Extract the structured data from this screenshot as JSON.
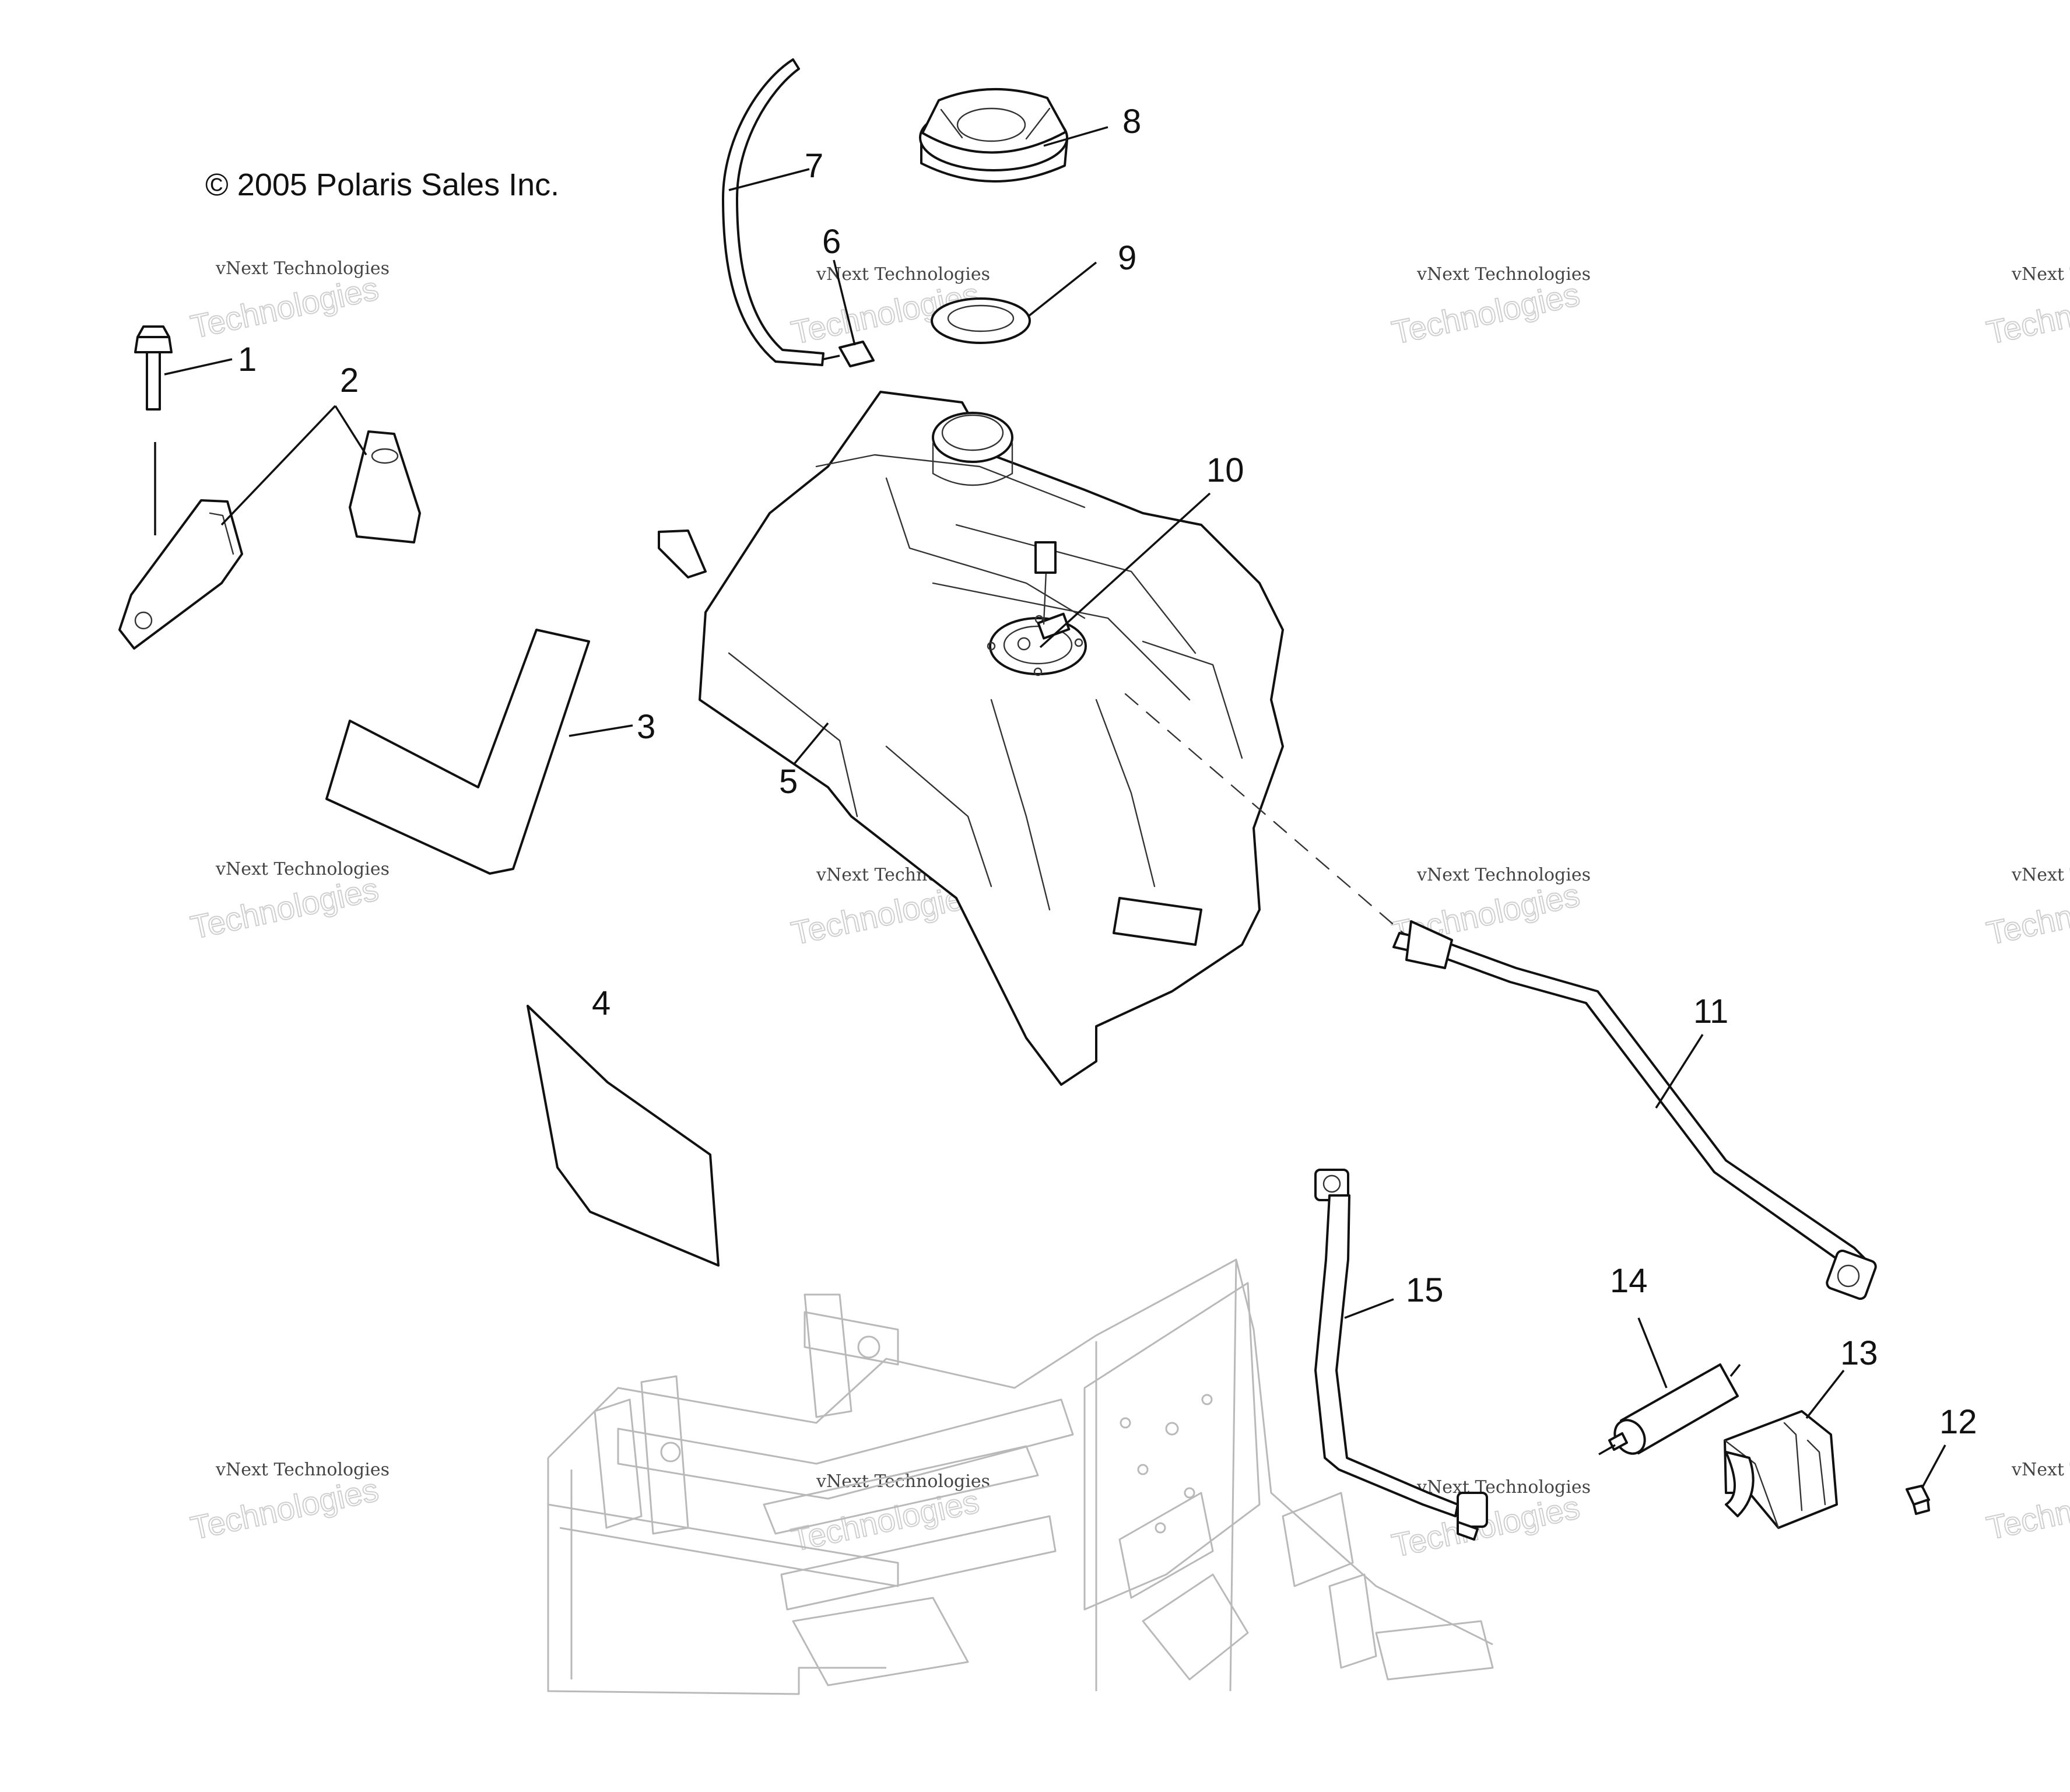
{
  "copyright": "© 2005 Polaris Sales Inc.",
  "watermark": {
    "line1": "vNext Technologies",
    "line2": "Technologies",
    "color": "#cfcfcf"
  },
  "callouts": [
    {
      "id": "1",
      "label": "1"
    },
    {
      "id": "2",
      "label": "2"
    },
    {
      "id": "3",
      "label": "3"
    },
    {
      "id": "4",
      "label": "4"
    },
    {
      "id": "5",
      "label": "5"
    },
    {
      "id": "6",
      "label": "6"
    },
    {
      "id": "7",
      "label": "7"
    },
    {
      "id": "8",
      "label": "8"
    },
    {
      "id": "9",
      "label": "9"
    },
    {
      "id": "10",
      "label": "10"
    },
    {
      "id": "11",
      "label": "11"
    },
    {
      "id": "12",
      "label": "12"
    },
    {
      "id": "13",
      "label": "13"
    },
    {
      "id": "14",
      "label": "14"
    },
    {
      "id": "15",
      "label": "15"
    }
  ]
}
